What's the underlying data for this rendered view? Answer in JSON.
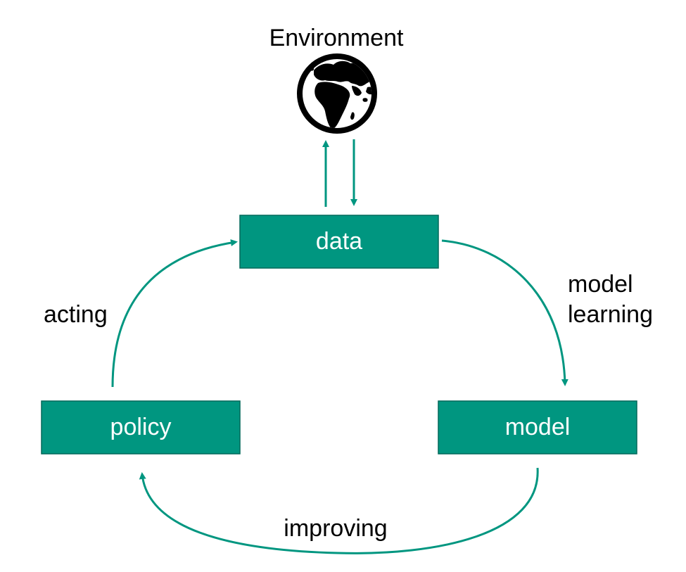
{
  "colors": {
    "node_fill": "#009680",
    "node_stroke": "#00695a",
    "edge": "#009680",
    "text_on_node": "#ffffff",
    "label_text": "#000000"
  },
  "environment": {
    "title": "Environment",
    "icon": "globe-icon"
  },
  "nodes": {
    "data": "data",
    "policy": "policy",
    "model": "model"
  },
  "edges": {
    "acting": "acting",
    "model_learning_line1": "model",
    "model_learning_line2": "learning",
    "improving": "improving"
  }
}
